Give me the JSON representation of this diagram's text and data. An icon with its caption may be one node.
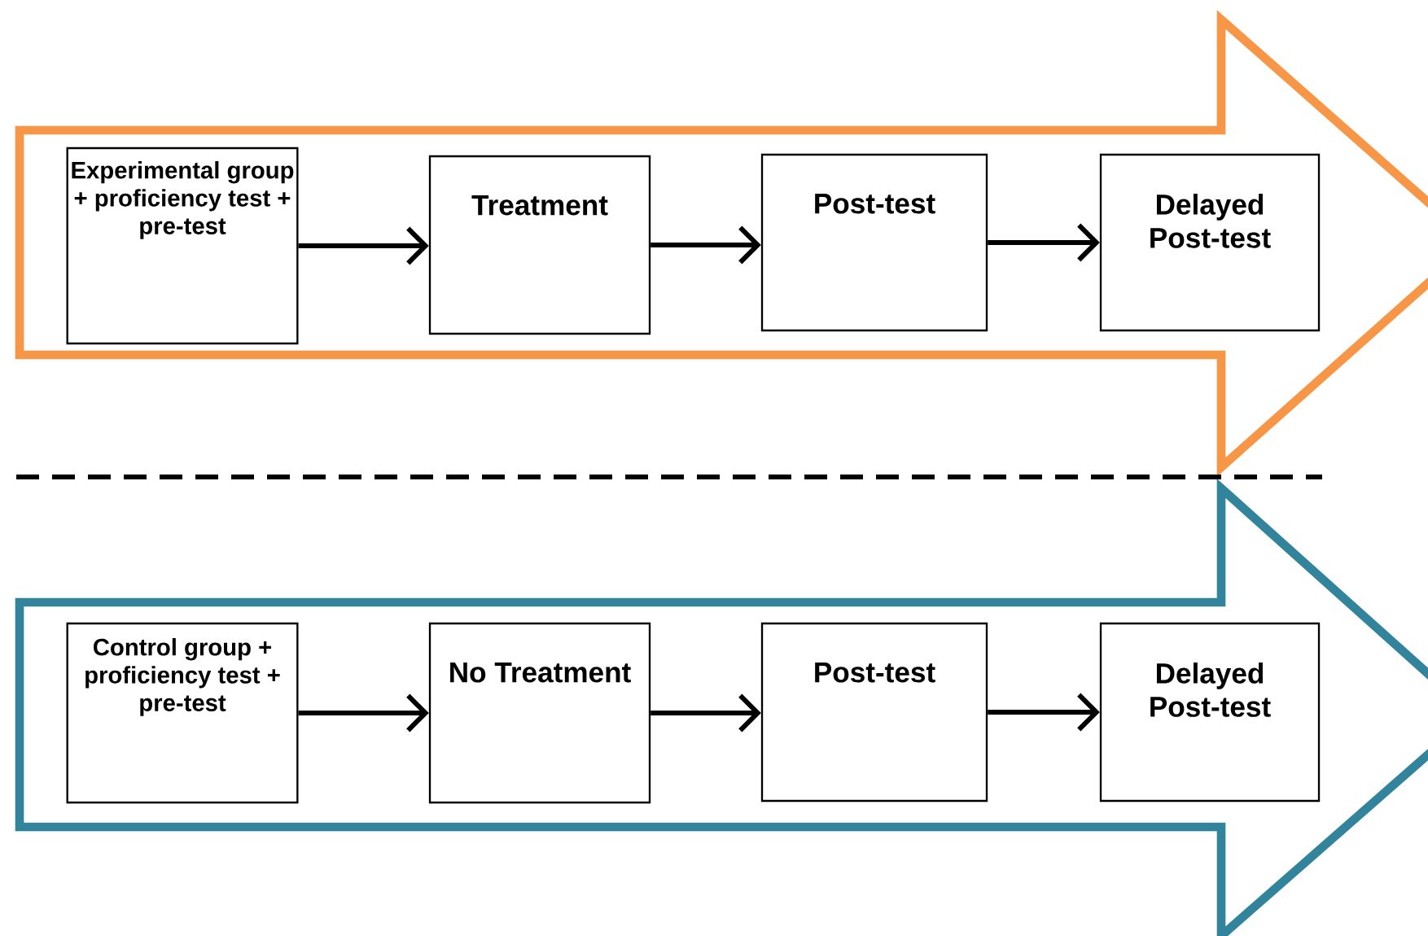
{
  "diagram": {
    "nodes": [
      {
        "text": [],
        "shape": "arrow"
      },
      {
        "text": [
          "Experimental group + proficiency test + pre-test"
        ],
        "in": 0
      },
      {
        "text": [
          "Treatment"
        ],
        "in": 0
      },
      {
        "text": [
          "Post-test"
        ],
        "in": 0
      },
      {
        "text": [
          "Delayed Post-test"
        ],
        "in": 0
      },
      {
        "text": [],
        "shape": "arrow"
      },
      {
        "text": [
          "Control group + proficiency test + pre-test"
        ],
        "in": 5
      },
      {
        "text": [
          "No Treatment"
        ],
        "in": 5
      },
      {
        "text": [
          "Post-test"
        ],
        "in": 5
      },
      {
        "text": [
          "Delayed Post-test"
        ],
        "in": 5
      }
    ],
    "edges": [
      {
        "from": 1,
        "to": 2,
        "arrow": "to"
      },
      {
        "from": 2,
        "to": 3,
        "arrow": "to"
      },
      {
        "from": 3,
        "to": 4,
        "arrow": "to"
      },
      {
        "from": 6,
        "to": 7,
        "arrow": "to"
      },
      {
        "from": 7,
        "to": 8,
        "arrow": "to"
      },
      {
        "from": 8,
        "to": 9,
        "arrow": "to"
      }
    ]
  }
}
